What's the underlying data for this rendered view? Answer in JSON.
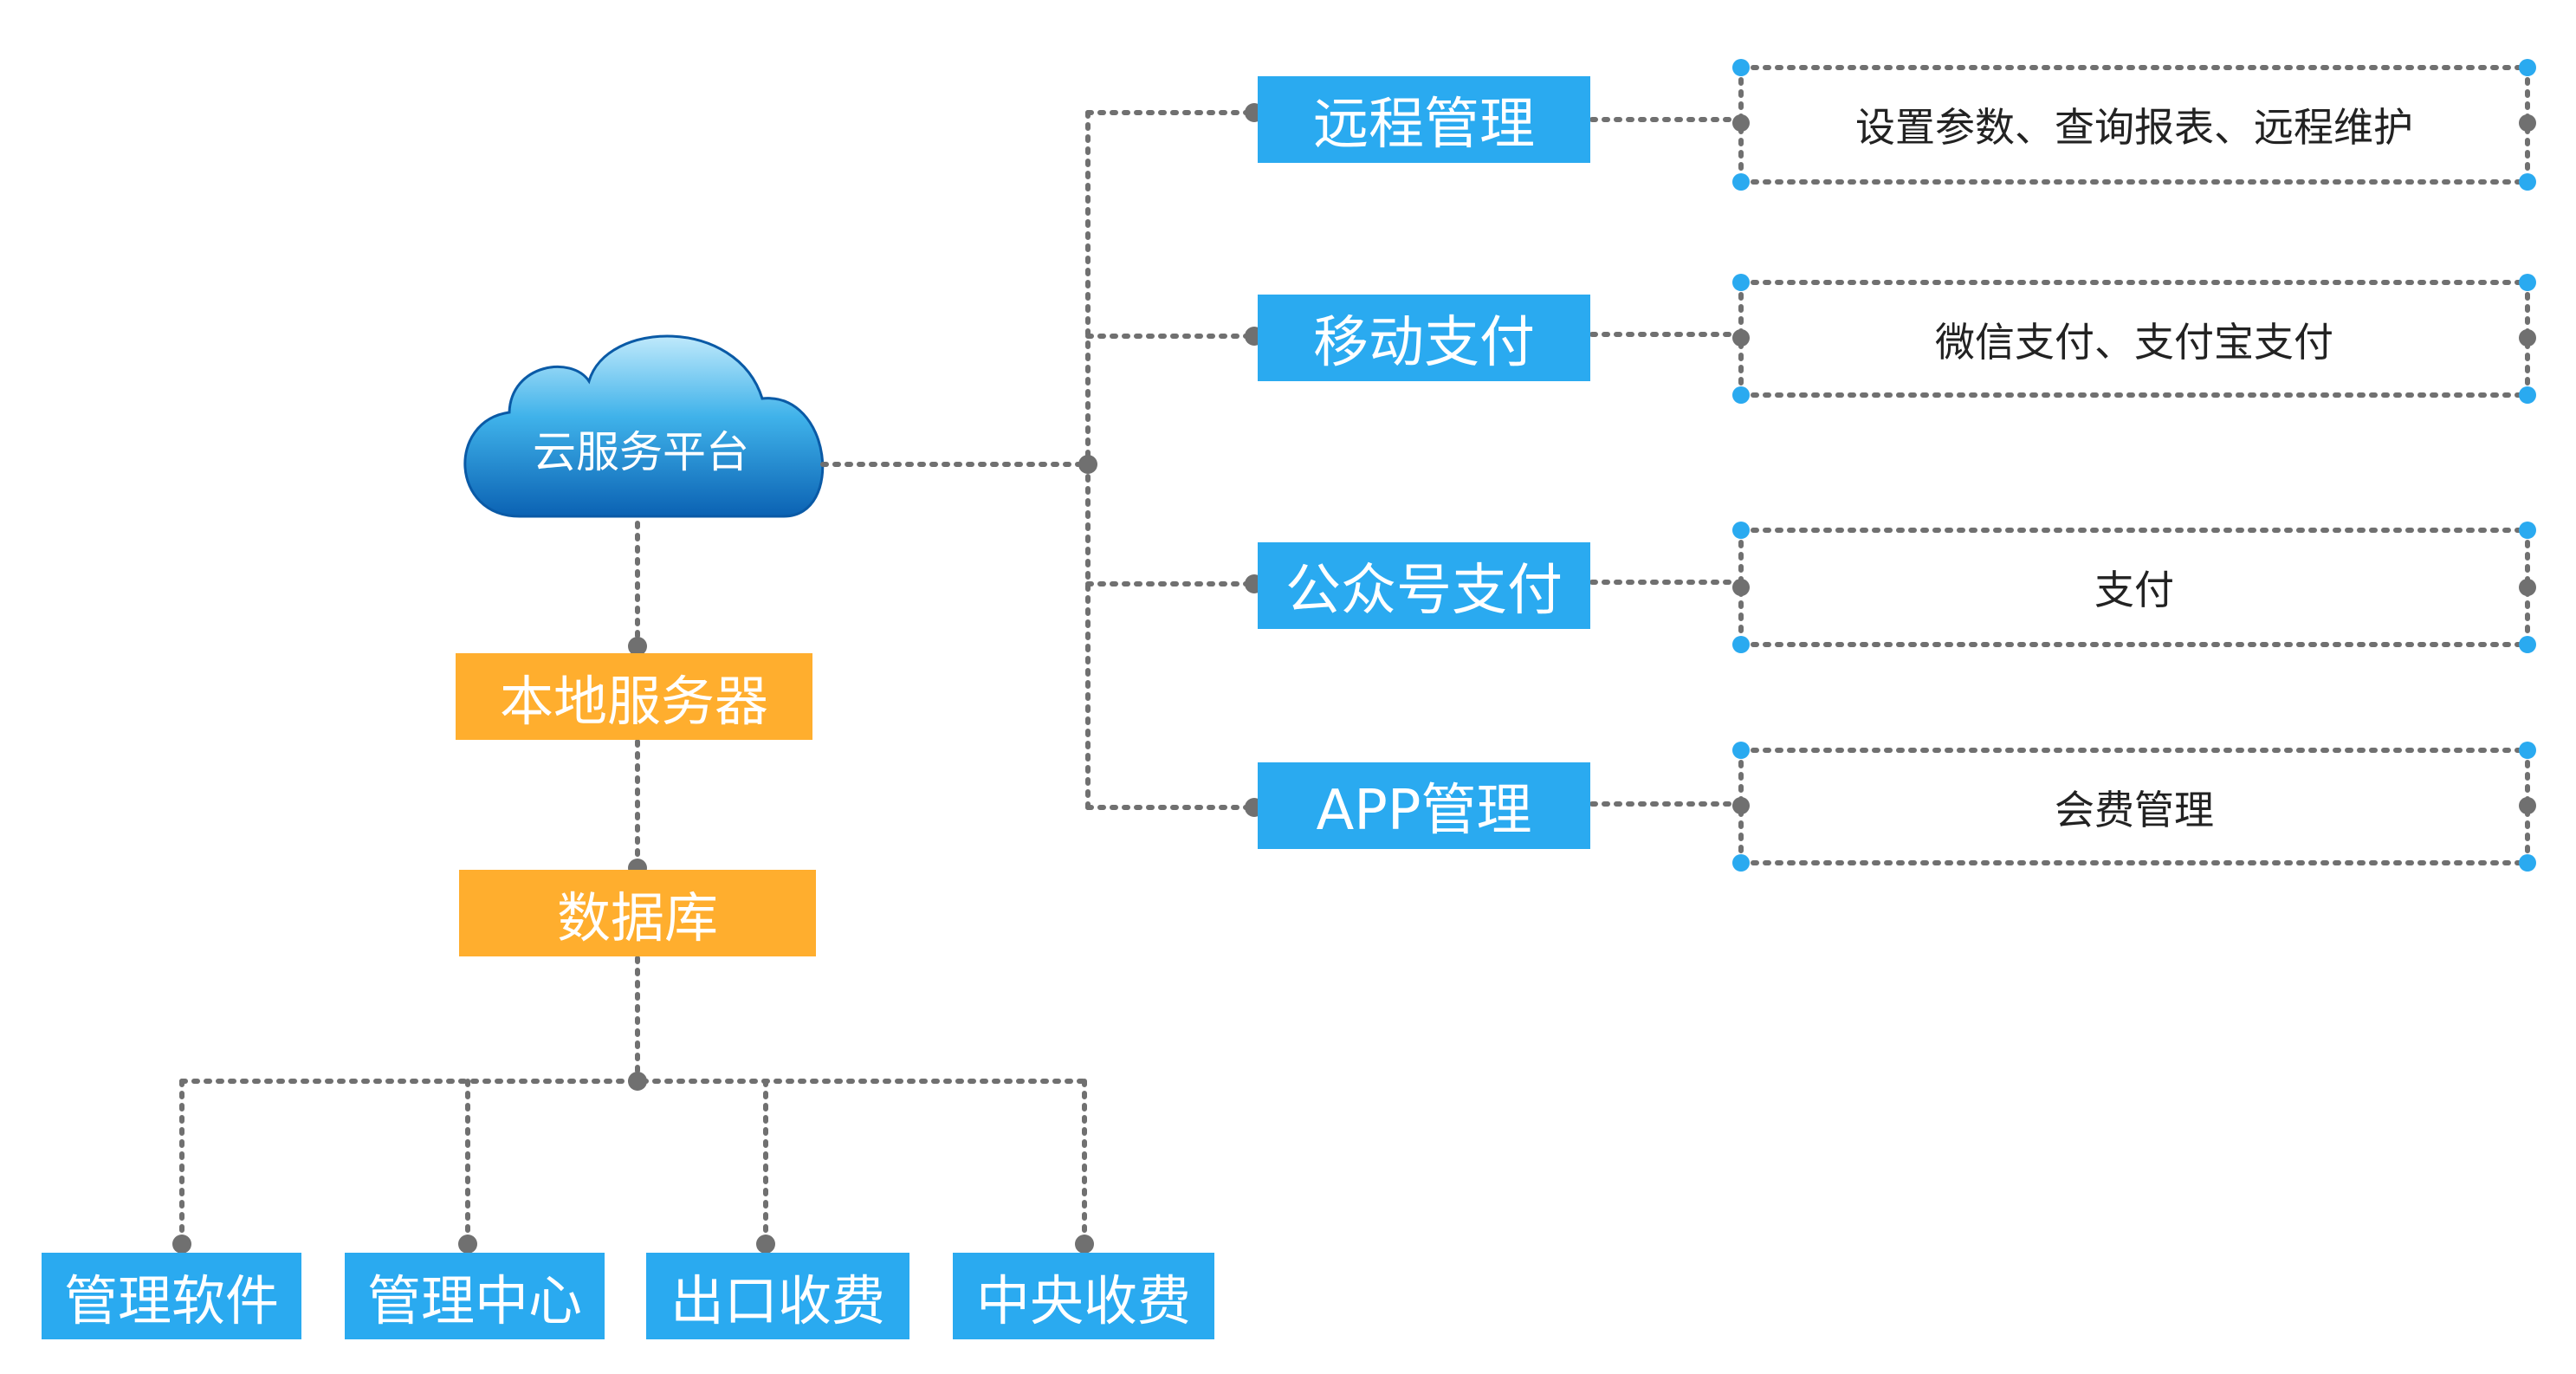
{
  "colors": {
    "blue": "#2aaaf0",
    "orange": "#ffae2e",
    "connector": "#707070",
    "accent_dot": "#2aaaf0"
  },
  "cloud": {
    "label": "云服务平台"
  },
  "local_server": {
    "label": "本地服务器"
  },
  "database": {
    "label": "数据库"
  },
  "features": [
    {
      "label": "远程管理",
      "description": "设置参数、查询报表、远程维护"
    },
    {
      "label": "移动支付",
      "description": "微信支付、支付宝支付"
    },
    {
      "label": "公众号支付",
      "description": "支付"
    },
    {
      "label": "APP管理",
      "description": "会费管理"
    }
  ],
  "clients": [
    {
      "label": "管理软件"
    },
    {
      "label": "管理中心"
    },
    {
      "label": "出口收费"
    },
    {
      "label": "中央收费"
    }
  ]
}
